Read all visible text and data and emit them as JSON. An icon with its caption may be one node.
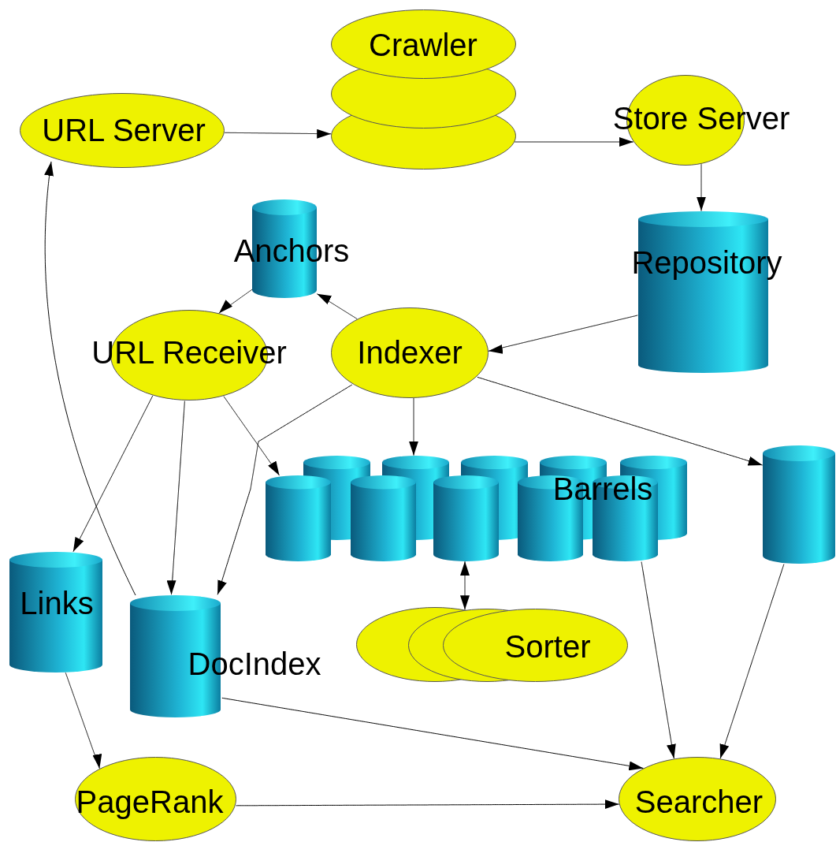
{
  "diagram": {
    "nodes": [
      {
        "text": [
          "URL Server"
        ]
      },
      {
        "text": [
          "Crawler"
        ]
      },
      {
        "text": [
          "Store Server"
        ]
      },
      {
        "text": [
          "Repository"
        ]
      },
      {
        "text": [
          "Anchors"
        ]
      },
      {
        "text": [
          "URL Receiver"
        ]
      },
      {
        "text": [
          "Indexer"
        ]
      },
      {
        "text": [
          "Barrels"
        ]
      },
      {
        "text": [],
        "shape": "cylinder"
      },
      {
        "text": [
          "Links"
        ]
      },
      {
        "text": [
          "DocIndex"
        ]
      },
      {
        "text": [
          "Sorter"
        ]
      },
      {
        "text": [
          "PageRank"
        ]
      },
      {
        "text": [
          "Searcher"
        ]
      }
    ],
    "edges": [
      {
        "from": 0,
        "to": 1,
        "arrow": "to"
      },
      {
        "from": 1,
        "to": 2,
        "arrow": "to"
      },
      {
        "from": 2,
        "to": 3,
        "arrow": "to"
      },
      {
        "from": 3,
        "to": 6,
        "arrow": "to"
      },
      {
        "from": 6,
        "to": 4,
        "arrow": "to"
      },
      {
        "from": 4,
        "to": 5,
        "arrow": "to"
      },
      {
        "from": 5,
        "to": 9,
        "arrow": "to"
      },
      {
        "from": 5,
        "to": 10,
        "arrow": "to"
      },
      {
        "from": 5,
        "to": 7,
        "arrow": "to"
      },
      {
        "from": 6,
        "to": 10,
        "arrow": "to"
      },
      {
        "from": 6,
        "to": 7,
        "arrow": "to"
      },
      {
        "from": 6,
        "to": 8,
        "arrow": "to"
      },
      {
        "from": 7,
        "to": 11,
        "arrow": "both"
      },
      {
        "from": 10,
        "to": 0,
        "arrow": "to"
      },
      {
        "from": 9,
        "to": 12,
        "arrow": "to"
      },
      {
        "from": 10,
        "to": 13,
        "arrow": "to"
      },
      {
        "from": 12,
        "to": 13,
        "arrow": "to"
      },
      {
        "from": 7,
        "to": 13,
        "arrow": "to"
      },
      {
        "from": 8,
        "to": 13,
        "arrow": "to"
      }
    ]
  }
}
